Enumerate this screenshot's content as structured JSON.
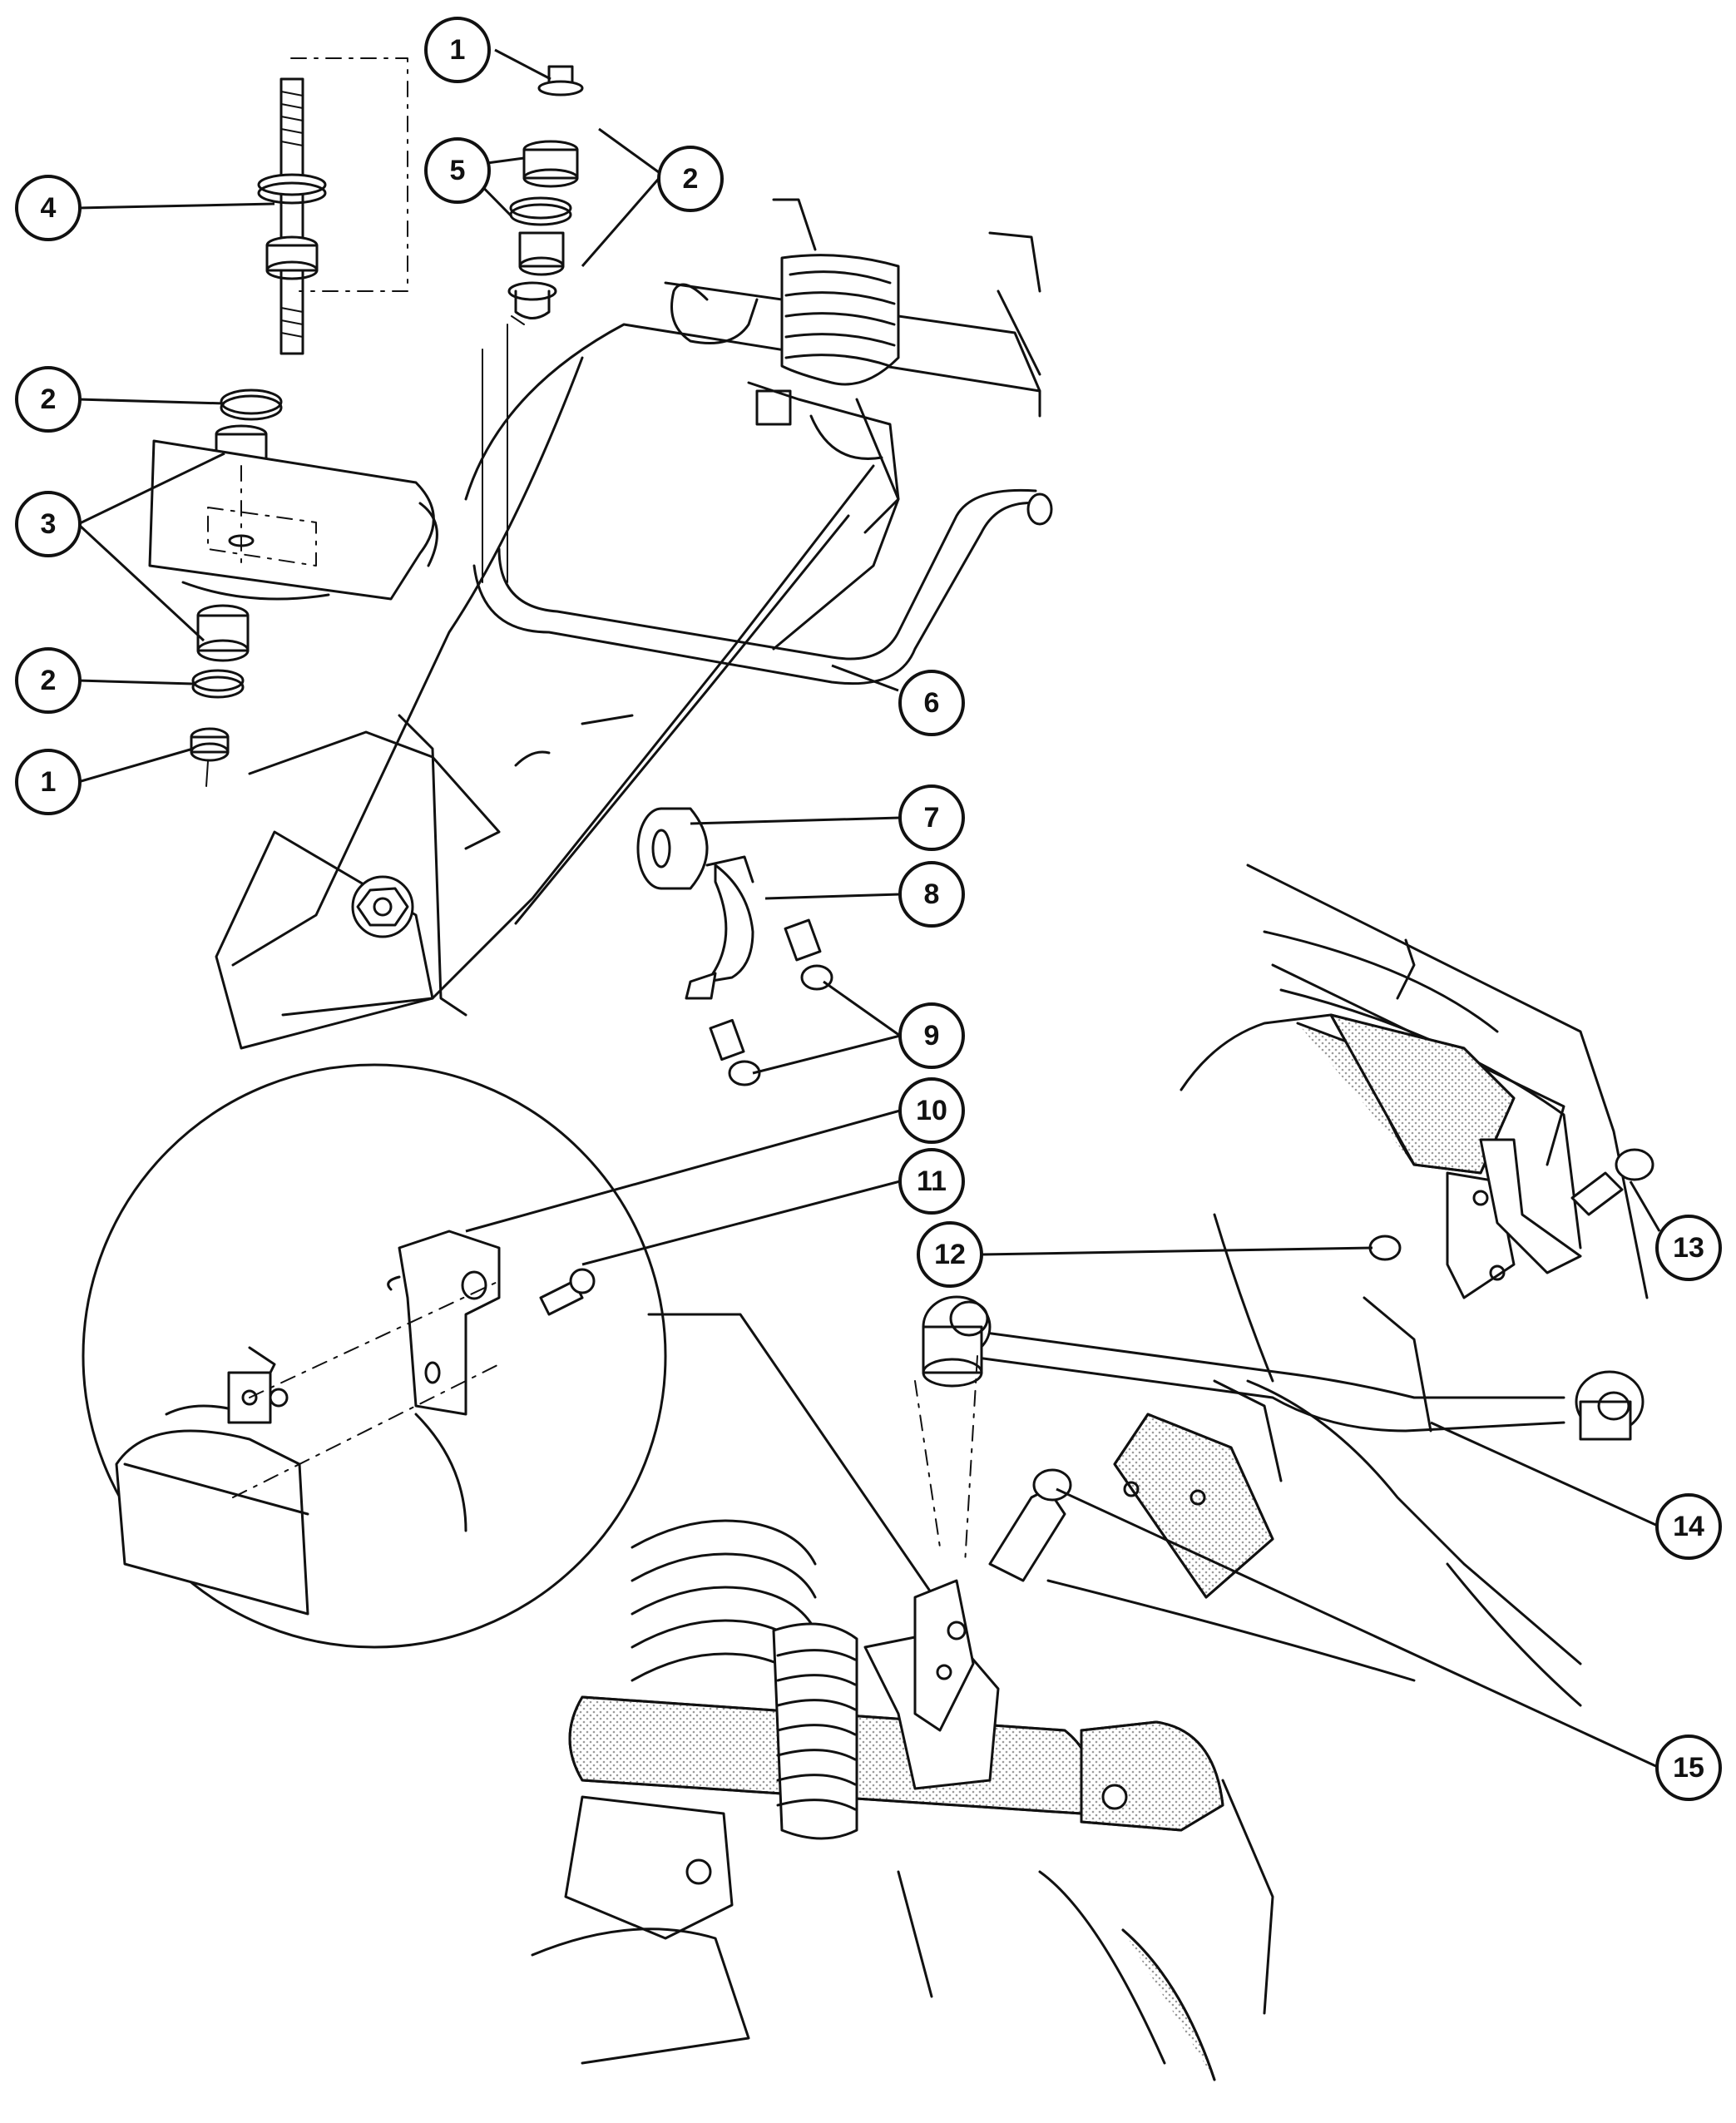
{
  "diagram": {
    "callout_labels": {
      "c1a": "1",
      "c2a": "2",
      "c5": "5",
      "c4": "4",
      "c2b": "2",
      "c3": "3",
      "c2c": "2",
      "c1b": "1",
      "c6": "6",
      "c7": "7",
      "c8": "8",
      "c9": "9",
      "c10": "10",
      "c11": "11",
      "c12": "12",
      "c13": "13",
      "c14": "14",
      "c15": "15"
    },
    "colors": {
      "ink": "#111111",
      "paper": "#ffffff",
      "stipple": "#9a9a9a"
    }
  }
}
